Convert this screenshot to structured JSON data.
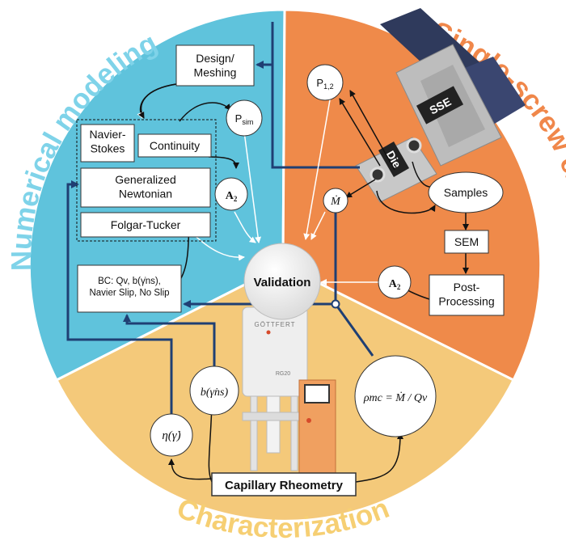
{
  "sectors": {
    "numerical": {
      "title": "Numerical modeling",
      "color": "#5fc3dc",
      "title_color": "#7fd3e9"
    },
    "extrusion": {
      "title": "Single-screw extrusion",
      "color": "#ef8a4a",
      "title_color": "#f0874a"
    },
    "characterization": {
      "title": "Characterization",
      "color": "#f4c97a",
      "title_color": "#f6cf73"
    }
  },
  "center": {
    "label": "Validation"
  },
  "numerical_boxes": {
    "design": "Design/\nMeshing",
    "navier": "Navier-\nStokes",
    "continuity": "Continuity",
    "generalized": "Generalized\nNewtonian",
    "folgar": "Folgar-Tucker",
    "bc": "BC: Qv, b(γ̇ns),\nNavier Slip, No Slip"
  },
  "circles": {
    "p_sim": "P_sim",
    "p12": "P_1,2",
    "a2_left": "A₂",
    "a2_right": "A₂",
    "m_dot": "Ṁ"
  },
  "extrusion_boxes": {
    "samples": "Samples",
    "sem": "SEM",
    "post": "Post-\nProcessing",
    "sse": "SSE",
    "die": "Die"
  },
  "characterization_items": {
    "eta": "η(γ̇)",
    "b": "b(γ̇ns)",
    "rho": "ρmc = Ṁ / Qv",
    "capillary": "Capillary Rheometry",
    "brand": "GÖTTFERT",
    "model": "RG20"
  }
}
